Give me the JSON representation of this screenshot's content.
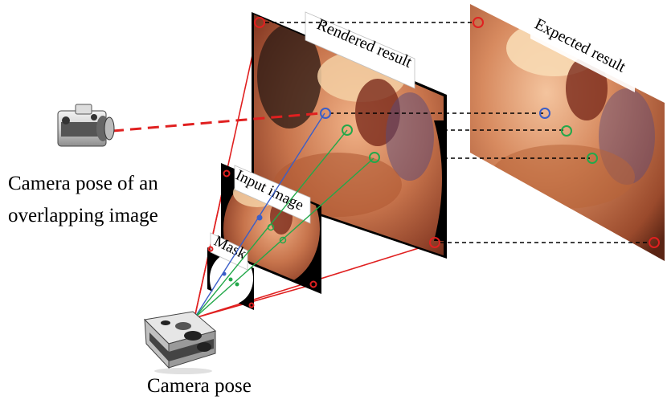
{
  "captions": {
    "overlap_line1": "Camera pose of an",
    "overlap_line2": "overlapping image",
    "camera_pose": "Camera pose"
  },
  "labels": {
    "rendered": "Rendered result",
    "expected": "Expected result",
    "input": "Input image",
    "mask": "Mask"
  },
  "colors": {
    "ray_red": "#e02020",
    "ray_blue": "#3a5ec8",
    "ray_green": "#23a84a",
    "dashed": "#000000"
  },
  "icons": [
    "camera-icon"
  ]
}
